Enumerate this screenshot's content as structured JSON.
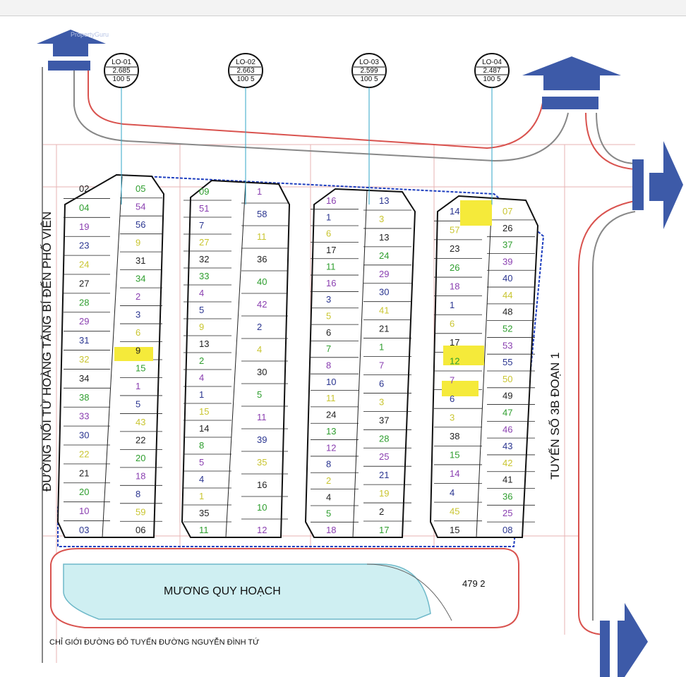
{
  "watermark": "PropertyGuru",
  "roads": {
    "left": "ĐƯỜNG NỐI TỪ HOÀNG TĂNG BÍ ĐẾN PHỐ VIÊN",
    "right": "TUYẾN SỐ 3B ĐOẠN 1",
    "bottom": "CHỈ GIỚI ĐƯỜNG ĐỎ TUYẾN ĐƯỜNG NGUYỄN ĐÌNH TỨ"
  },
  "canal": {
    "label": "MƯƠNG QUY HOẠCH",
    "area": "479 2"
  },
  "blocks": [
    {
      "id": "LO-01",
      "area": "2.685",
      "legend": "100 5",
      "left": [
        "02",
        "04",
        "19",
        "23",
        "24",
        "27",
        "28",
        "29",
        "31",
        "32",
        "34",
        "38",
        "33",
        "30",
        "22",
        "21",
        "20",
        "10",
        "03"
      ],
      "right": [
        "05",
        "54",
        "56",
        "9",
        "31",
        "34",
        "2",
        "3",
        "6",
        "9",
        "15",
        "1",
        "5",
        "43",
        "22",
        "20",
        "18",
        "8",
        "59",
        "06"
      ]
    },
    {
      "id": "LO-02",
      "area": "2.663",
      "legend": "100 5",
      "left": [
        "09",
        "51",
        "7",
        "27",
        "32",
        "33",
        "4",
        "5",
        "9",
        "13",
        "2",
        "4",
        "1",
        "15",
        "14",
        "8",
        "5",
        "4",
        "1",
        "35",
        "11"
      ],
      "right": [
        "1",
        "58",
        "11",
        "36",
        "40",
        "42",
        "2",
        "4",
        "30",
        "5",
        "11",
        "39",
        "35",
        "16",
        "10",
        "12"
      ]
    },
    {
      "id": "LO-03",
      "area": "2.599",
      "legend": "100 5",
      "left": [
        "16",
        "1",
        "6",
        "17",
        "11",
        "16",
        "3",
        "5",
        "6",
        "7",
        "8",
        "10",
        "11",
        "24",
        "13",
        "12",
        "8",
        "2",
        "4",
        "5",
        "18"
      ],
      "right": [
        "13",
        "3",
        "13",
        "24",
        "29",
        "30",
        "41",
        "21",
        "1",
        "7",
        "6",
        "3",
        "37",
        "28",
        "25",
        "21",
        "19",
        "2",
        "17"
      ]
    },
    {
      "id": "LO-04",
      "area": "2.487",
      "legend": "100 5",
      "left": [
        "14",
        "57",
        "23",
        "26",
        "18",
        "1",
        "6",
        "17",
        "12",
        "7",
        "6",
        "3",
        "38",
        "15",
        "14",
        "4",
        "45",
        "15"
      ],
      "right": [
        "07",
        "26",
        "37",
        "39",
        "40",
        "44",
        "48",
        "52",
        "53",
        "55",
        "50",
        "49",
        "47",
        "46",
        "43",
        "42",
        "41",
        "36",
        "25",
        "08"
      ]
    }
  ],
  "colors": {
    "road_outline": "#d9534f",
    "block_outline": "#1f3fbf",
    "highlight": "#f5ea3a",
    "arrow": "#3d5aa8",
    "canal_fill": "#cfeff2",
    "leader": "#2fa6c7"
  }
}
